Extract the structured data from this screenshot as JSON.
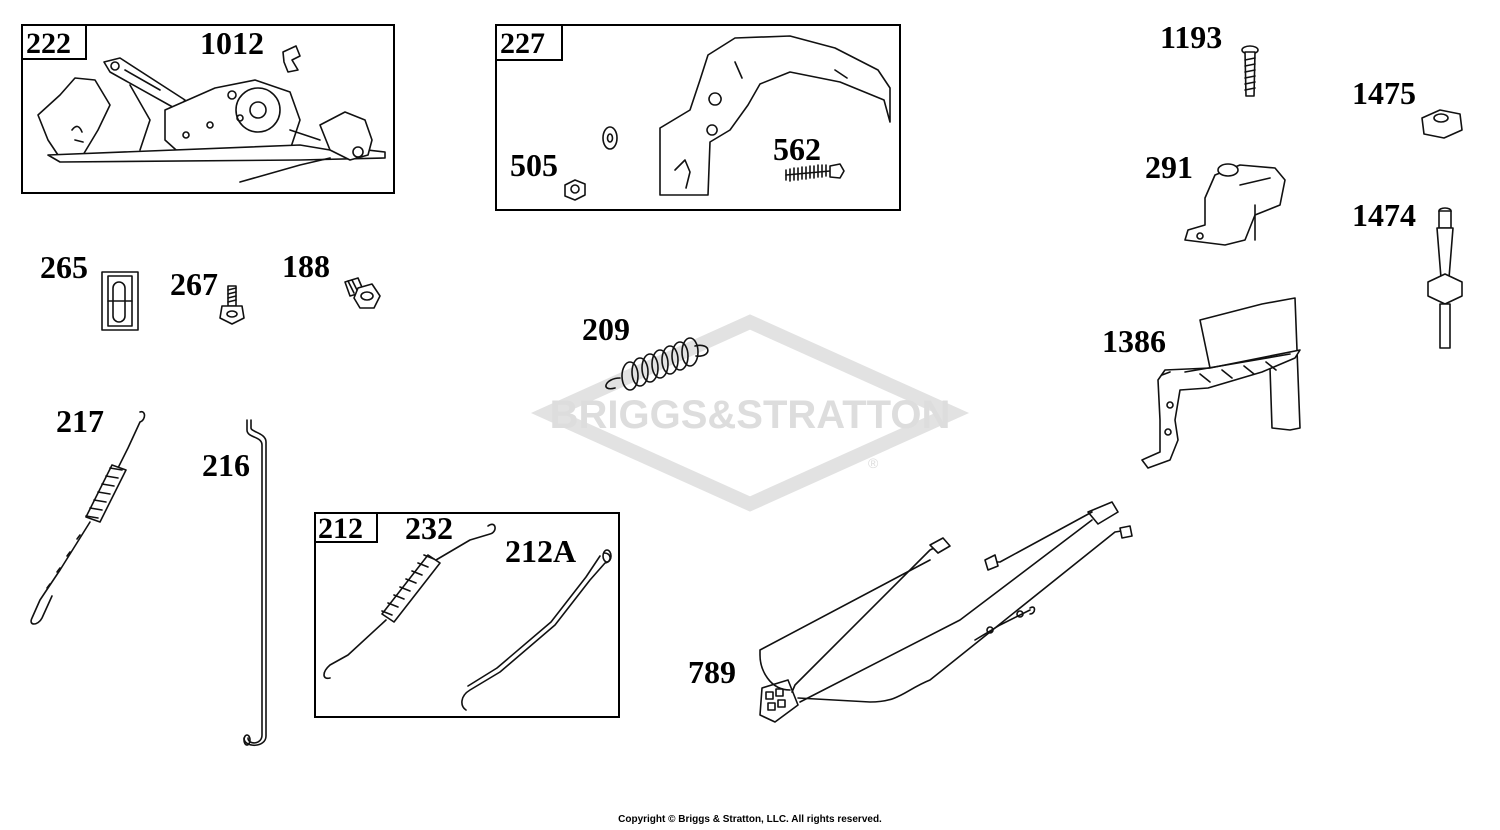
{
  "watermark": {
    "text": "BRIGGS&STRATTON",
    "registered": "®",
    "color": "#dddddd"
  },
  "groups": [
    {
      "id": "222",
      "label": "222"
    },
    {
      "id": "227",
      "label": "227"
    },
    {
      "id": "212",
      "label": "212"
    }
  ],
  "parts": [
    {
      "id": "1012",
      "label": "1012"
    },
    {
      "id": "505",
      "label": "505"
    },
    {
      "id": "562",
      "label": "562"
    },
    {
      "id": "1193",
      "label": "1193"
    },
    {
      "id": "1475",
      "label": "1475"
    },
    {
      "id": "291",
      "label": "291"
    },
    {
      "id": "1474",
      "label": "1474"
    },
    {
      "id": "265",
      "label": "265"
    },
    {
      "id": "267",
      "label": "267"
    },
    {
      "id": "188",
      "label": "188"
    },
    {
      "id": "209",
      "label": "209"
    },
    {
      "id": "1386",
      "label": "1386"
    },
    {
      "id": "217",
      "label": "217"
    },
    {
      "id": "216",
      "label": "216"
    },
    {
      "id": "232",
      "label": "232"
    },
    {
      "id": "212A",
      "label": "212A"
    },
    {
      "id": "789",
      "label": "789"
    }
  ],
  "copyright": "Copyright © Briggs & Stratton, LLC. All rights reserved."
}
